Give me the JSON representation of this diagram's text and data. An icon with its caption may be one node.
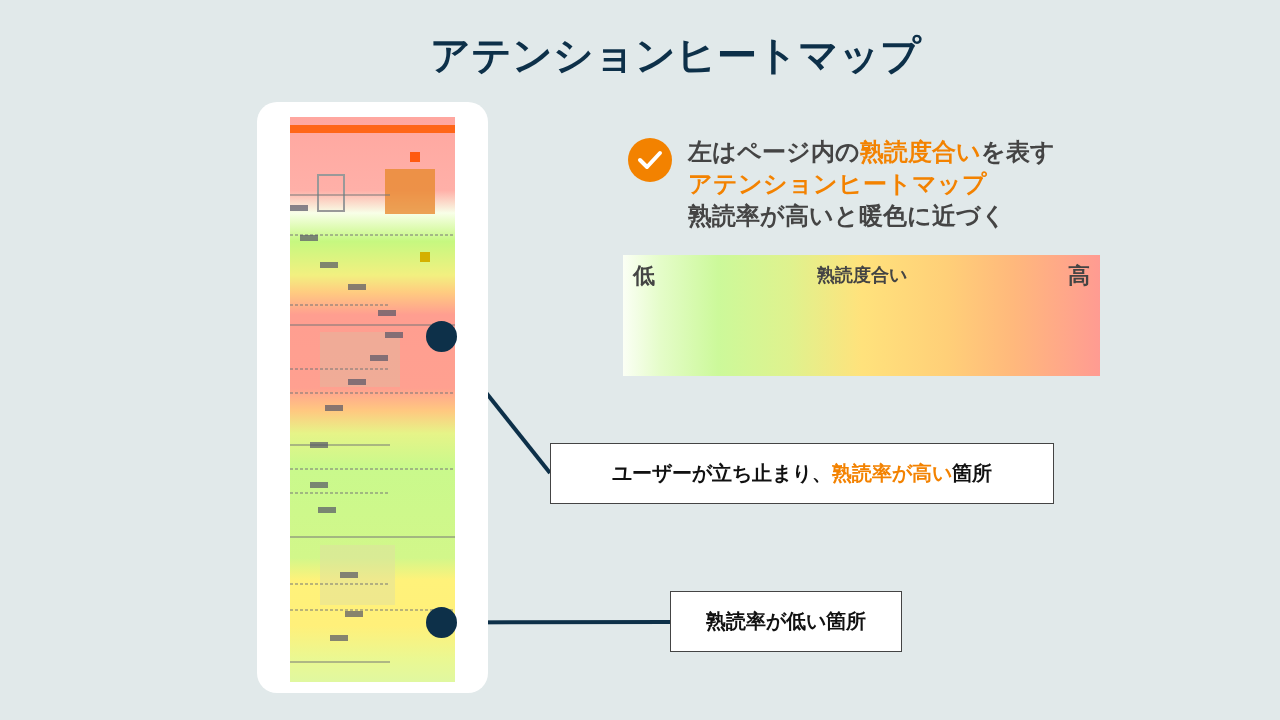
{
  "diagram": {
    "title": "アテンションヒートマップ",
    "nodes": [
      {
        "text": [],
        "shape": "picture"
      },
      {
        "text": [],
        "shape": "circle",
        "in": 0
      },
      {
        "text": [],
        "shape": "circle",
        "in": 0
      },
      {
        "text": [
          "ユーザーが立ち止まり、**熟読率が高い**箇所"
        ]
      },
      {
        "text": [
          "熟読率が低い箇所"
        ]
      },
      {
        "text": [
          "低",
          "熟読度合い",
          "高"
        ]
      }
    ],
    "edges": [
      {
        "from": 3,
        "to": 1,
        "arrow": "none"
      },
      {
        "from": 4,
        "to": 2,
        "arrow": "none"
      }
    ],
    "labels": [
      "左はページ内の**熟読度合い**を表す",
      "アテンションヒートマップ",
      "熟読率が高いと暖色に近づく"
    ]
  }
}
